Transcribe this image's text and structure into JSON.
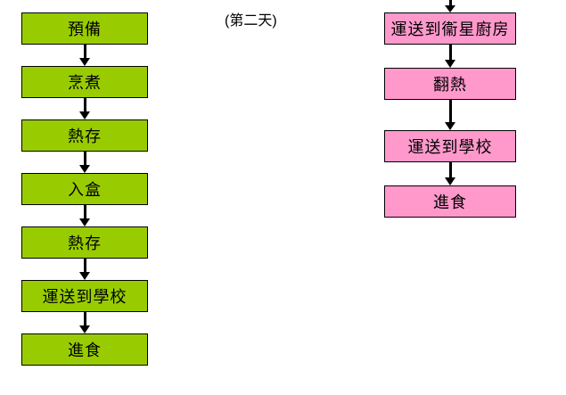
{
  "annotation": {
    "day2_label": "(第二天)"
  },
  "flow": {
    "day1": {
      "box_color": "#99CC00",
      "steps": [
        "預備",
        "烹煮",
        "熱存",
        "入盒",
        "熱存",
        "運送到學校",
        "進食"
      ]
    },
    "day2": {
      "box_color": "#FF99CC",
      "steps": [
        "運送到衞星廚房",
        "翻熱",
        "運送到學校",
        "進食"
      ]
    }
  },
  "colors": {
    "background": "#FFFFFF",
    "box_green": "#99CC00",
    "box_pink": "#FF99CC",
    "box_border": "#000000",
    "arrow": "#000000",
    "text": "#000000"
  }
}
